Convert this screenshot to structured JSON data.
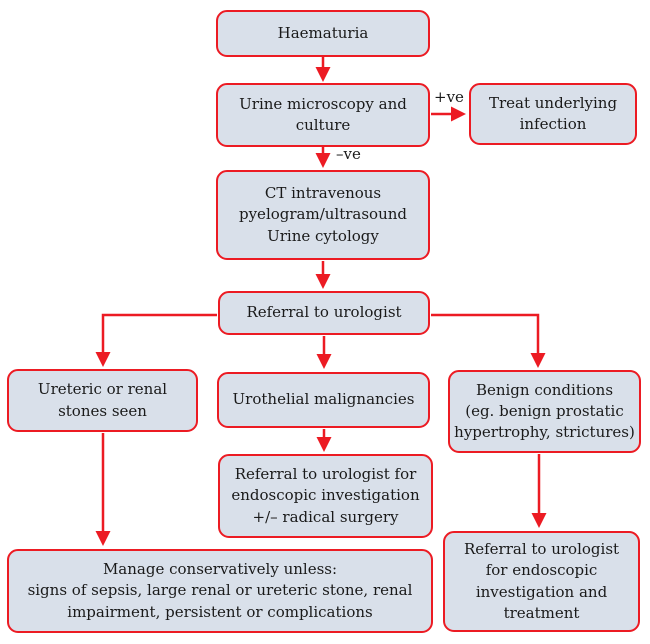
{
  "colors": {
    "box_fill": "#d9e0ea",
    "box_border": "#ec1b23",
    "arrow": "#ec1b23",
    "text": "#1a1a1a",
    "background": "#ffffff"
  },
  "nodes": {
    "haematuria": {
      "text": "Haematuria"
    },
    "urine_microscopy": {
      "text": "Urine microscopy and\nculture"
    },
    "treat_infection": {
      "text": "Treat underlying\ninfection"
    },
    "ct_ivp": {
      "text": "CT intravenous\npyelogram/ultrasound\nUrine cytology"
    },
    "referral_urologist": {
      "text": "Referral to urologist"
    },
    "ureteric_stones": {
      "text": "Ureteric or renal\nstones seen"
    },
    "urothelial_malignancies": {
      "text": "Urothelial malignancies"
    },
    "benign_conditions": {
      "text": "Benign conditions\n(eg. benign prostatic\nhypertrophy, strictures)"
    },
    "referral_endoscopic_surgery": {
      "text": "Referral to urologist for\nendoscopic investigation\n+/– radical surgery"
    },
    "manage_conservatively": {
      "text": "Manage conservatively unless:\nsigns of sepsis, large renal or ureteric stone, renal\nimpairment, persistent or complications"
    },
    "referral_endoscopic_treatment": {
      "text": "Referral to urologist\nfor endoscopic\ninvestigation and\ntreatment"
    }
  },
  "edge_labels": {
    "positive": "+ve",
    "negative": "–ve"
  },
  "edges": [
    {
      "from": "haematuria",
      "to": "urine_microscopy",
      "label": ""
    },
    {
      "from": "urine_microscopy",
      "to": "treat_infection",
      "label": "+ve"
    },
    {
      "from": "urine_microscopy",
      "to": "ct_ivp",
      "label": "–ve"
    },
    {
      "from": "ct_ivp",
      "to": "referral_urologist",
      "label": ""
    },
    {
      "from": "referral_urologist",
      "to": "ureteric_stones",
      "label": ""
    },
    {
      "from": "referral_urologist",
      "to": "urothelial_malignancies",
      "label": ""
    },
    {
      "from": "referral_urologist",
      "to": "benign_conditions",
      "label": ""
    },
    {
      "from": "urothelial_malignancies",
      "to": "referral_endoscopic_surgery",
      "label": ""
    },
    {
      "from": "ureteric_stones",
      "to": "manage_conservatively",
      "label": ""
    },
    {
      "from": "benign_conditions",
      "to": "referral_endoscopic_treatment",
      "label": ""
    }
  ]
}
